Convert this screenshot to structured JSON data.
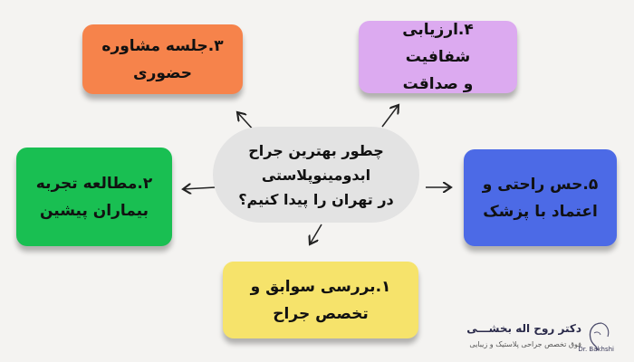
{
  "center": {
    "lines": [
      "چطور بهترین جراح",
      "ابدومینوپلاستی",
      "در تهران را پیدا کنیم؟"
    ]
  },
  "boxes": {
    "b1": {
      "lines": [
        "۱.بررسی سوابق و",
        "تخصص جراح"
      ],
      "color": "#f6e36b"
    },
    "b2": {
      "lines": [
        "۲.مطالعه تجربه",
        "بیماران پیشین"
      ],
      "color": "#19bf52"
    },
    "b3": {
      "lines": [
        "۳.جلسه مشاوره",
        "حضوری"
      ],
      "color": "#f6834b"
    },
    "b4": {
      "lines": [
        "۴.ارزیابی شفافیت",
        "و صداقت"
      ],
      "color": "#dcaaf0"
    },
    "b5": {
      "lines": [
        "۵.حس راحتی و",
        "اعتماد با پزشک"
      ],
      "color": "#4c6ae6"
    }
  },
  "brand": {
    "name": "دکتر روح اله بخشـــی",
    "subtitle": "فوق تخصص جراحی پلاستیک و زیبایی",
    "logo_text": "Dr. Bakhshi"
  }
}
